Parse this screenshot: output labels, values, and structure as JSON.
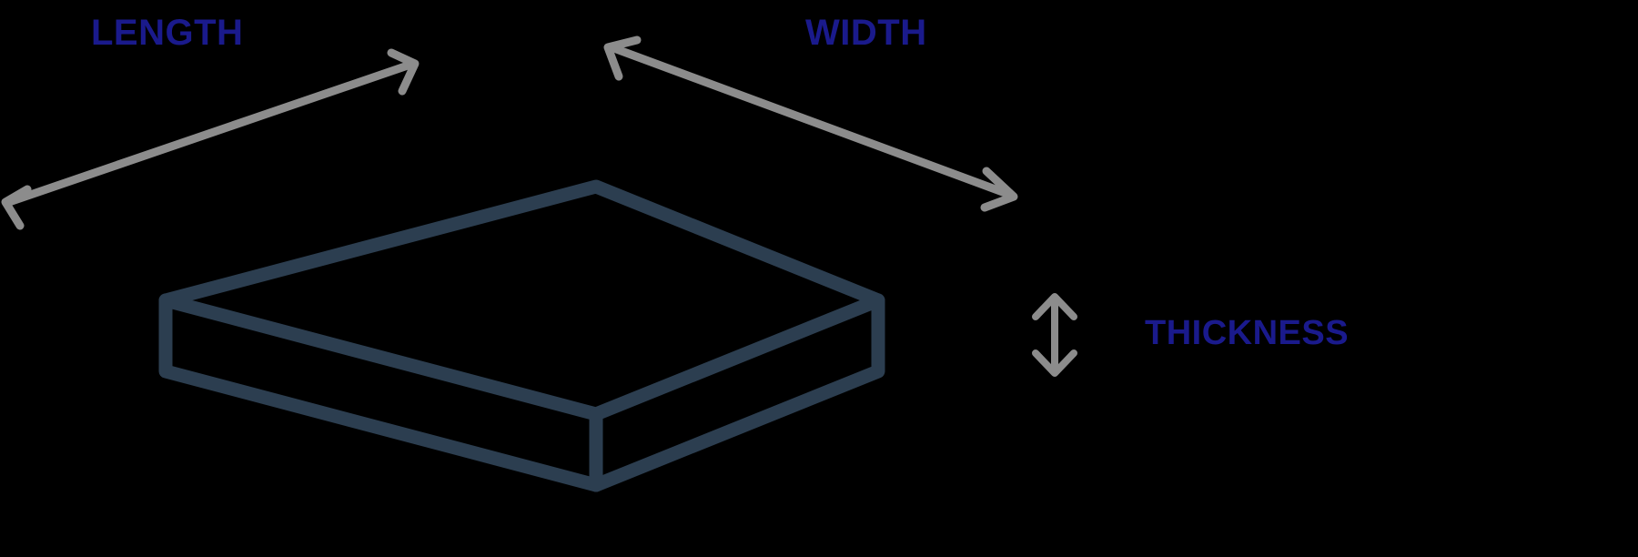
{
  "diagram": {
    "title": "Slab dimensions diagram",
    "background_color": "#000000",
    "object": {
      "name": "rectangular-slab",
      "shape": "isometric rectangular plate",
      "stroke_color": "#2c3e50",
      "stroke_width": 14,
      "fill": "none"
    },
    "labels": [
      {
        "id": "length",
        "text": "LENGTH",
        "color": "#1a1a8c",
        "position": "top-left"
      },
      {
        "id": "width",
        "text": "WIDTH",
        "color": "#1a1a8c",
        "position": "top-right"
      },
      {
        "id": "thickness",
        "text": "THICKNESS",
        "color": "#1a1a8c",
        "position": "middle-right"
      }
    ],
    "arrows": [
      {
        "id": "length-arrow",
        "color": "#8c8c8c",
        "heads": "both",
        "orientation": "diagonal-up-right",
        "measures": "LENGTH"
      },
      {
        "id": "width-arrow",
        "color": "#8c8c8c",
        "heads": "both",
        "orientation": "diagonal-down-right",
        "measures": "WIDTH"
      },
      {
        "id": "thickness-arrow",
        "color": "#8c8c8c",
        "heads": "both",
        "orientation": "vertical",
        "measures": "THICKNESS"
      }
    ]
  }
}
